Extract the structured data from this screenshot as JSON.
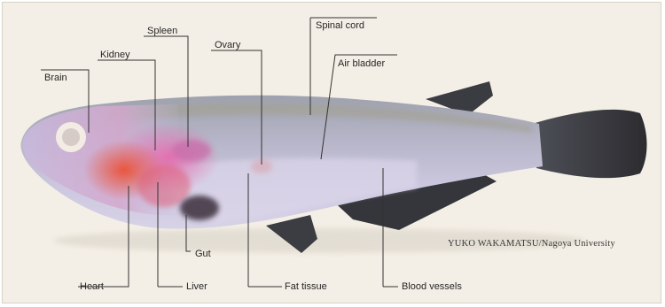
{
  "labels": {
    "brain": "Brain",
    "kidney": "Kidney",
    "spleen": "Spleen",
    "ovary": "Ovary",
    "spinal_cord": "Spinal cord",
    "air_bladder": "Air bladder",
    "heart": "Heart",
    "liver": "Liver",
    "gut": "Gut",
    "fat_tissue": "Fat tissue",
    "blood_vessels": "Blood vessels"
  },
  "credit": "YUKO WAKAMATSU/Nagoya University",
  "colors": {
    "background": "#f4efe6",
    "fish_body": "#c8c2dc",
    "fish_back": "#a9a6bb",
    "fins": "#3a3a3e",
    "heart_red": "#d9585a",
    "organ_pink": "#e07fb0",
    "leader_line": "#333333"
  }
}
